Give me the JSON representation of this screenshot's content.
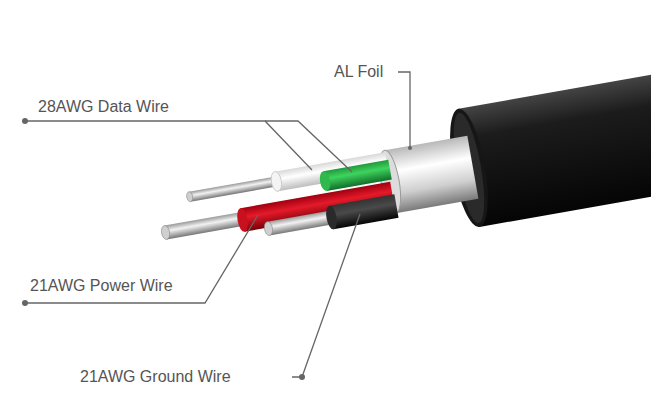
{
  "diagram": {
    "labels": [
      "AL Foil",
      "28AWG Data Wire",
      "21AWG Power Wire",
      "21AWG Ground Wire"
    ]
  }
}
